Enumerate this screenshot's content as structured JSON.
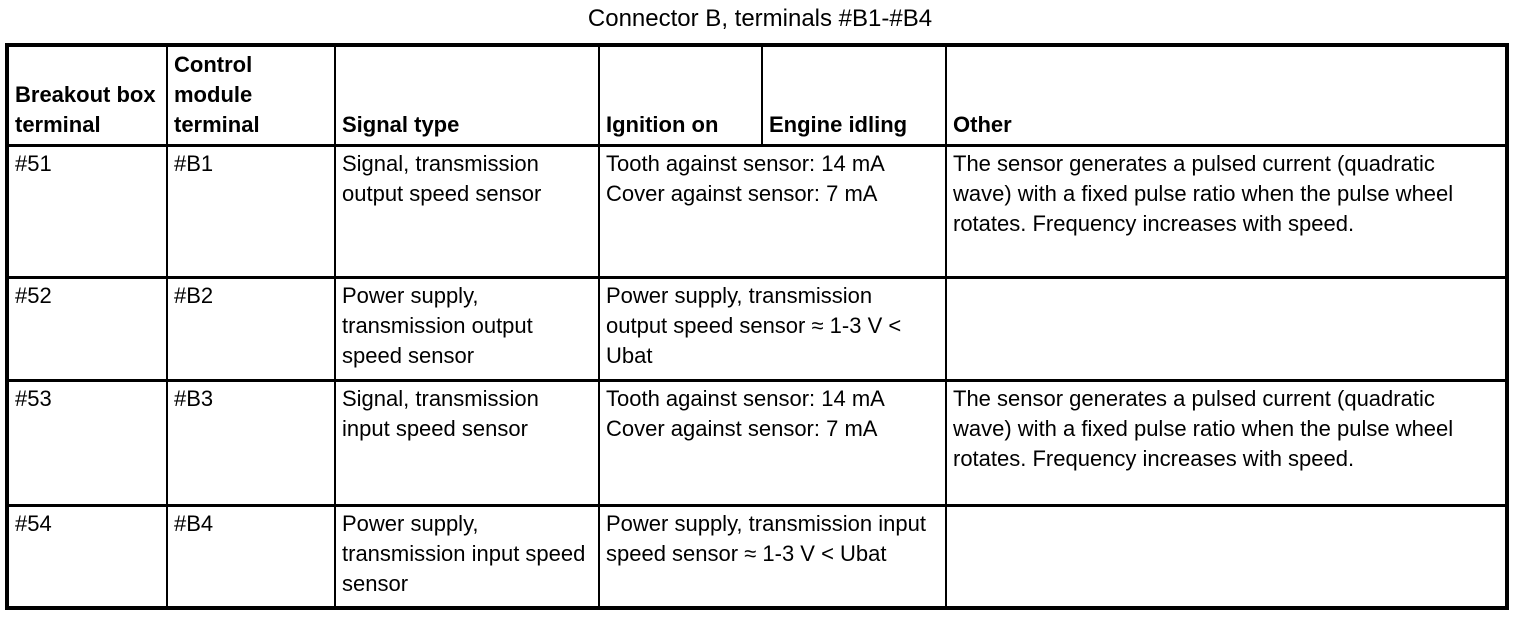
{
  "title": "Connector B, terminals #B1-#B4",
  "table": {
    "headers": [
      "Breakout box terminal",
      "Control module terminal",
      "Signal type",
      "Ignition on",
      "Engine idling",
      "Other"
    ],
    "rows": [
      {
        "breakout_terminal": "#51",
        "module_terminal": "#B1",
        "signal_type": "Signal, transmission output speed sensor",
        "measurement": "Tooth against sensor: 14 mA\nCover against sensor: 7 mA",
        "other": "The sensor generates a pulsed current (quadratic wave) with a fixed pulse ratio when the pulse wheel rotates. Frequency increases with speed."
      },
      {
        "breakout_terminal": "#52",
        "module_terminal": "#B2",
        "signal_type": "Power supply, transmission output speed sensor",
        "measurement": "Power supply, transmission output speed sensor ≈ 1-3 V < Ubat",
        "other": ""
      },
      {
        "breakout_terminal": "#53",
        "module_terminal": "#B3",
        "signal_type": "Signal, transmission input speed sensor",
        "measurement": "Tooth against sensor: 14 mA\nCover against sensor: 7 mA",
        "other": "The sensor generates a pulsed current (quadratic wave) with a fixed pulse ratio when the pulse wheel rotates. Frequency increases with speed."
      },
      {
        "breakout_terminal": "#54",
        "module_terminal": "#B4",
        "signal_type": "Power supply, transmission input speed sensor",
        "measurement": "Power supply, transmission input speed sensor ≈ 1-3 V < Ubat",
        "other": ""
      }
    ]
  }
}
